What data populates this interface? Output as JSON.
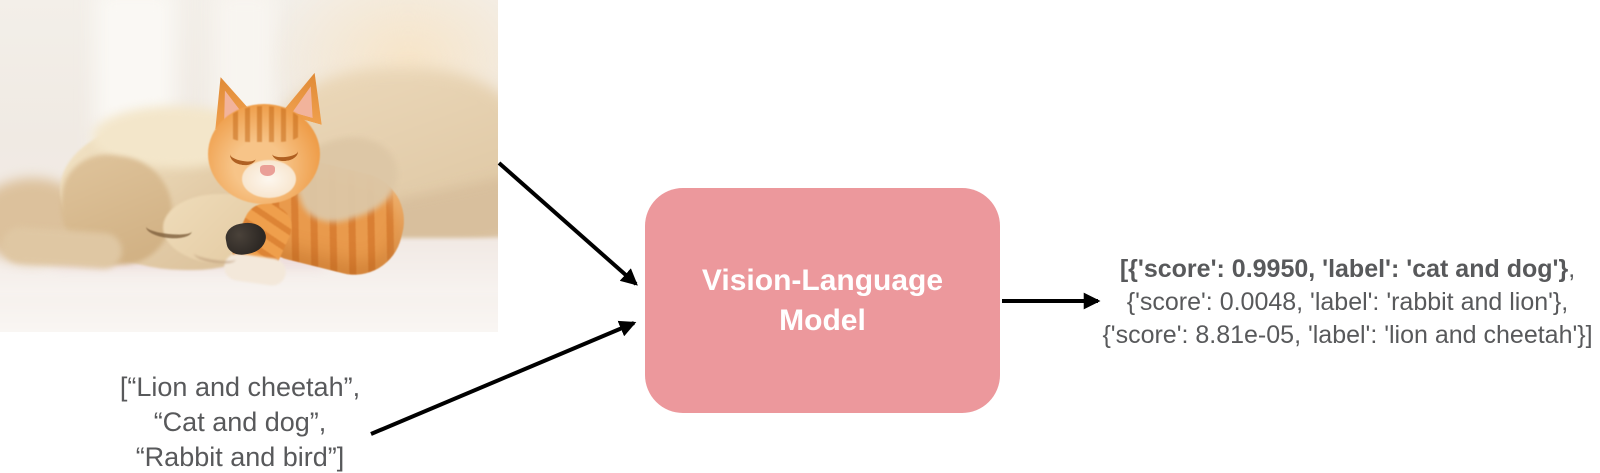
{
  "input_image": {
    "description": "Sleeping cream puppy with an orange tabby kitten resting on its head, lying on a white blanket"
  },
  "input_text": {
    "content": "[“Lion and cheetah”,\n“Cat and dog”,\n“Rabbit and bird”]",
    "color": "#58595b"
  },
  "model": {
    "label": "Vision-Language\nModel",
    "fill_color": "#ec989c",
    "text_color": "#ffffff"
  },
  "output": {
    "line1_bold": "[{'score': 0.9950, 'label': 'cat and dog'}",
    "line1_tail": ",",
    "line2": "{'score': 0.0048, 'label': 'rabbit and lion'},",
    "line3": "{'score': 8.81e-05, 'label': 'lion and cheetah'}]",
    "color": "#58595b"
  },
  "arrows": {
    "color": "#000000"
  }
}
